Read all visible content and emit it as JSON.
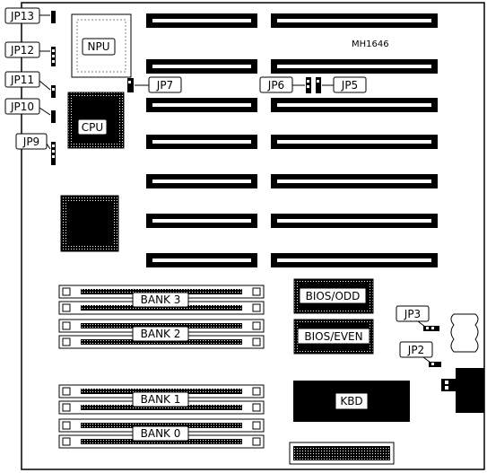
{
  "board": {
    "model": "MH1646",
    "chips": {
      "npu": "NPU",
      "cpu": "CPU",
      "bios_odd": "BIOS/ODD",
      "bios_even": "BIOS/EVEN",
      "kbd": "KBD"
    },
    "jumpers": {
      "jp2": "JP2",
      "jp3": "JP3",
      "jp5": "JP5",
      "jp6": "JP6",
      "jp7": "JP7",
      "jp9": "JP9",
      "jp10": "JP10",
      "jp11": "JP11",
      "jp12": "JP12",
      "jp13": "JP13"
    },
    "banks": [
      "BANK 3",
      "BANK 2",
      "BANK 1",
      "BANK 0"
    ]
  }
}
